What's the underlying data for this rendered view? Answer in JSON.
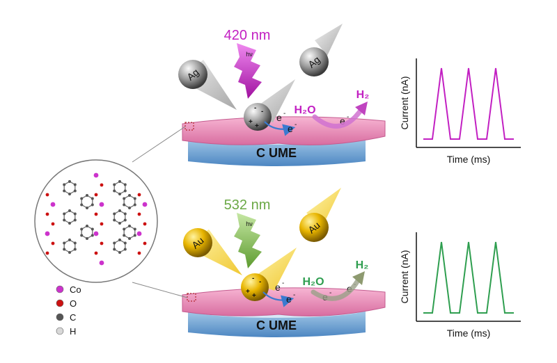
{
  "top_panel": {
    "wavelength": "420 nm",
    "photon": "hν",
    "particle": "Ag",
    "electrode": "C UME",
    "electron": "e",
    "electron_sup": "-",
    "water": "H₂O",
    "hydrogen": "H₂",
    "color": "#c21fc2"
  },
  "bottom_panel": {
    "wavelength": "532 nm",
    "photon": "hν",
    "particle": "Au",
    "electrode": "C UME",
    "electron": "e",
    "electron_sup": "-",
    "water": "H₂O",
    "hydrogen": "H₂",
    "color": "#2e9e4f"
  },
  "legend": [
    {
      "label": "Co",
      "color": "#cc33cc"
    },
    {
      "label": "O",
      "color": "#cc1111"
    },
    {
      "label": "C",
      "color": "#555555"
    },
    {
      "label": "H",
      "color": "#d8d8d8"
    }
  ],
  "chart_data": [
    {
      "type": "line",
      "xlabel": "Time (ms)",
      "ylabel": "Current (nA)",
      "series": [
        {
          "values": [
            0,
            0,
            1,
            0,
            0,
            1,
            0,
            0,
            1,
            0,
            0
          ]
        }
      ],
      "color": "#c21fc2",
      "grid": false
    },
    {
      "type": "line",
      "xlabel": "Time (ms)",
      "ylabel": "Current (nA)",
      "series": [
        {
          "values": [
            0,
            0,
            1,
            0,
            0,
            1,
            0,
            0,
            1,
            0,
            0
          ]
        }
      ],
      "color": "#2e9e4f",
      "grid": false
    }
  ]
}
